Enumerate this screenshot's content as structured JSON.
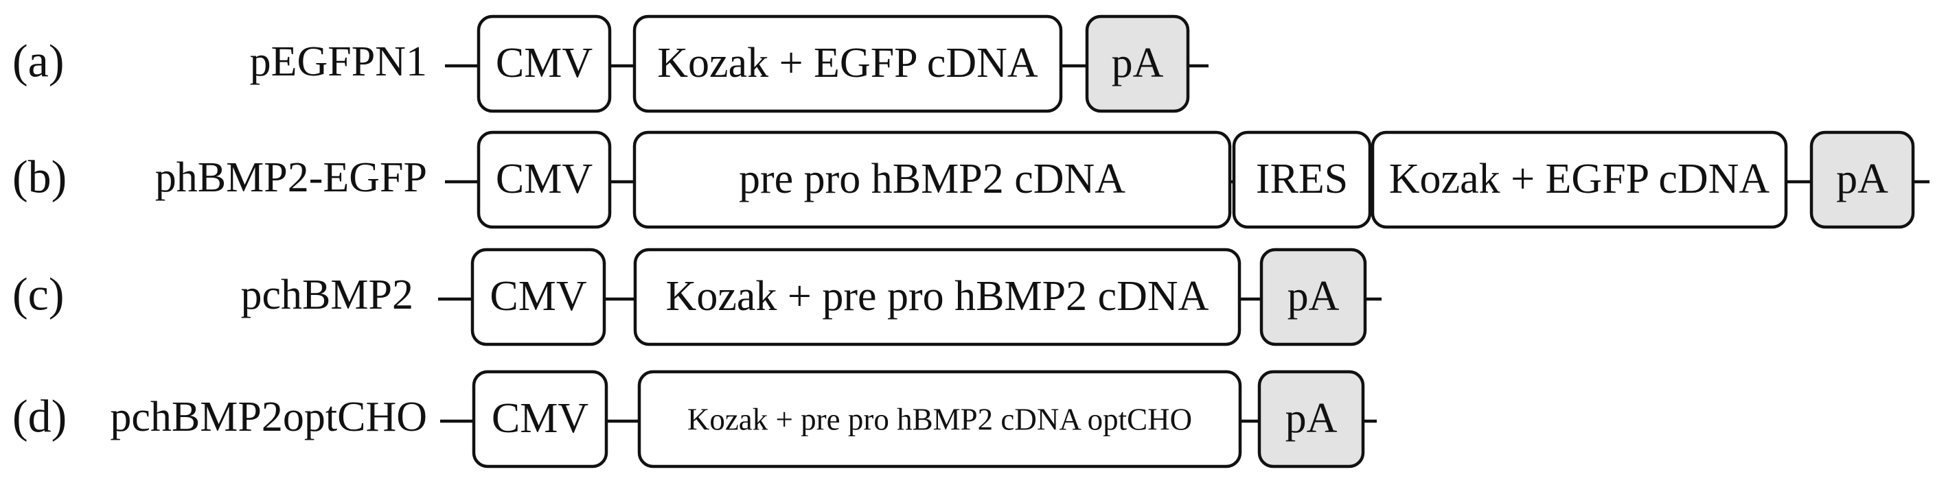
{
  "colors": {
    "box_fill": "#ffffff",
    "pa_fill": "#e3e3e3",
    "stroke": "#111111"
  },
  "constructs": [
    {
      "letter": "(a)",
      "name": "pEGFPN1",
      "elements": [
        {
          "label": "CMV"
        },
        {
          "label": "Kozak + EGFP cDNA"
        },
        {
          "label": "pA",
          "shaded": true
        }
      ]
    },
    {
      "letter": "(b)",
      "name": "phBMP2-EGFP",
      "elements": [
        {
          "label": "CMV"
        },
        {
          "label": "pre pro hBMP2 cDNA"
        },
        {
          "label": "IRES"
        },
        {
          "label": "Kozak + EGFP cDNA"
        },
        {
          "label": "pA",
          "shaded": true
        }
      ]
    },
    {
      "letter": "(c)",
      "name": "pchBMP2",
      "elements": [
        {
          "label": "CMV"
        },
        {
          "label": "Kozak + pre pro hBMP2 cDNA"
        },
        {
          "label": "pA",
          "shaded": true
        }
      ]
    },
    {
      "letter": "(d)",
      "name": "pchBMP2optCHO",
      "elements": [
        {
          "label": "CMV"
        },
        {
          "label": "Kozak + pre pro hBMP2 cDNA optCHO"
        },
        {
          "label": "pA",
          "shaded": true
        }
      ]
    }
  ]
}
